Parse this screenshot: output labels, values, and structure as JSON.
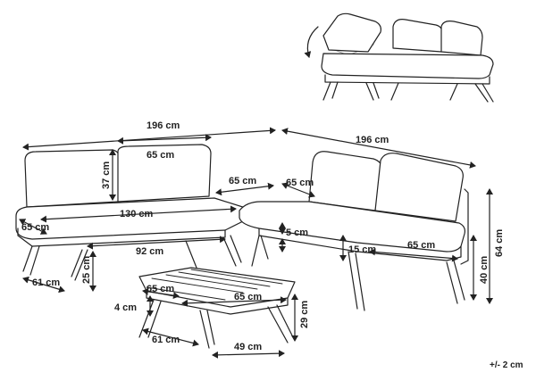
{
  "colors": {
    "ink": "#222222",
    "background": "#ffffff",
    "ghost": "#9a9a9a"
  },
  "dimensions": {
    "total_width_left": "196 cm",
    "total_width_right": "196 cm",
    "back_cushion_width": "65 cm",
    "back_cushion_height": "37 cm",
    "side_depth_a": "65 cm",
    "side_depth_b": "65 cm",
    "seat_length": "130 cm",
    "seat_depth_left": "65 cm",
    "base_length": "92 cm",
    "seat_height": "25 cm",
    "leg_depth": "61 cm",
    "cushion_thickness_small": "5 cm",
    "cushion_thickness": "15 cm",
    "right_seat_depth": "65 cm",
    "overall_height": "64 cm",
    "seat_height_right": "40 cm",
    "table_depth": "65 cm",
    "table_width": "65 cm",
    "table_top_thickness": "4 cm",
    "table_height": "29 cm",
    "table_leg_depth": "61 cm",
    "table_leg_width": "49 cm"
  },
  "tolerance": "+/- 2 cm",
  "icons": {
    "recline": "recline-arrow-icon",
    "dimension_arrow": "dimension-arrow-icon"
  }
}
